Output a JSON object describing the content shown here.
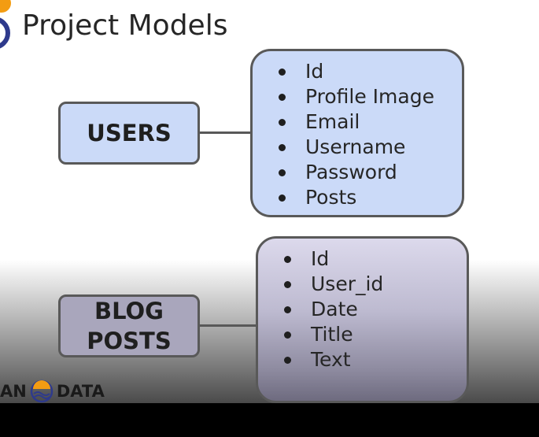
{
  "title": "Project Models",
  "entities": {
    "users": {
      "label": "USERS",
      "fields": [
        "Id",
        "Profile Image",
        "Email",
        "Username",
        "Password",
        "Posts"
      ]
    },
    "blog_posts": {
      "label_line1": "BLOG",
      "label_line2": "POSTS",
      "fields": [
        "Id",
        "User_id",
        "Date",
        "Title",
        "Text"
      ]
    }
  },
  "brand": {
    "left_text": "AN",
    "right_text": "DATA"
  },
  "colors": {
    "users_fill": "#cbdaf8",
    "posts_fill": "#d9d6ea",
    "border": "#595959",
    "logo_orange": "#f39c12",
    "logo_navy": "#2e3a8c"
  },
  "icons": {
    "corner_logo": "circle-logo-icon",
    "brand_logo": "globe-wave-icon"
  }
}
